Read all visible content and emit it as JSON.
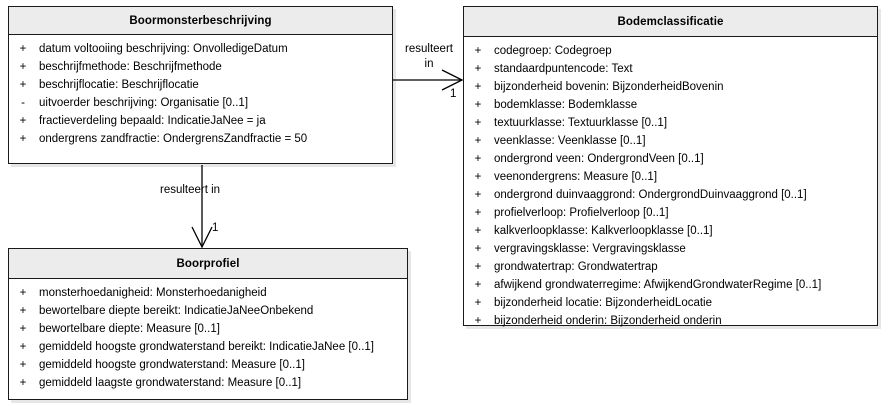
{
  "diagram": {
    "type": "uml-class-diagram",
    "classes": [
      {
        "id": "boormonsterbeschrijving",
        "name": "Boormonsterbeschrijving",
        "attributes": [
          {
            "visibility": "+",
            "text": "datum voltooiing beschrijving: OnvolledigeDatum"
          },
          {
            "visibility": "+",
            "text": "beschrijfmethode: Beschrijfmethode"
          },
          {
            "visibility": "+",
            "text": "beschrijflocatie: Beschrijflocatie"
          },
          {
            "visibility": "-",
            "text": "uitvoerder beschrijving: Organisatie [0..1]"
          },
          {
            "visibility": "+",
            "text": "fractieverdeling bepaald: IndicatieJaNee = ja"
          },
          {
            "visibility": "+",
            "text": "ondergrens zandfractie: OndergrensZandfractie = 50"
          }
        ]
      },
      {
        "id": "bodemclassificatie",
        "name": "Bodemclassificatie",
        "attributes": [
          {
            "visibility": "+",
            "text": "codegroep: Codegroep"
          },
          {
            "visibility": "+",
            "text": "standaardpuntencode: Text"
          },
          {
            "visibility": "+",
            "text": "bijzonderheid bovenin: BijzonderheidBovenin"
          },
          {
            "visibility": "+",
            "text": "bodemklasse: Bodemklasse"
          },
          {
            "visibility": "+",
            "text": "textuurklasse: Textuurklasse [0..1]"
          },
          {
            "visibility": "+",
            "text": "veenklasse: Veenklasse [0..1]"
          },
          {
            "visibility": "+",
            "text": "ondergrond veen: OndergrondVeen [0..1]"
          },
          {
            "visibility": "+",
            "text": "veenondergrens: Measure [0..1]"
          },
          {
            "visibility": "+",
            "text": "ondergrond duinvaaggrond: OndergrondDuinvaaggrond [0..1]"
          },
          {
            "visibility": "+",
            "text": "profielverloop: Profielverloop [0..1]"
          },
          {
            "visibility": "+",
            "text": "kalkverloopklasse: Kalkverloopklasse [0..1]"
          },
          {
            "visibility": "+",
            "text": "vergravingsklasse: Vergravingsklasse"
          },
          {
            "visibility": "+",
            "text": "grondwatertrap: Grondwatertrap"
          },
          {
            "visibility": "+",
            "text": "afwijkend grondwaterregime: AfwijkendGrondwaterRegime [0..1]"
          },
          {
            "visibility": "+",
            "text": "bijzonderheid locatie: BijzonderheidLocatie"
          },
          {
            "visibility": "+",
            "text": "bijzonderheid onderin: Bijzonderheid onderin"
          }
        ]
      },
      {
        "id": "boorprofiel",
        "name": "Boorprofiel",
        "attributes": [
          {
            "visibility": "+",
            "text": "monsterhoedanigheid: Monsterhoedanigheid"
          },
          {
            "visibility": "+",
            "text": "bewortelbare diepte bereikt: IndicatieJaNeeOnbekend"
          },
          {
            "visibility": "+",
            "text": "bewortelbare diepte: Measure [0..1]"
          },
          {
            "visibility": "+",
            "text": "gemiddeld hoogste grondwaterstand bereikt: IndicatieJaNee [0..1]"
          },
          {
            "visibility": "+",
            "text": "gemiddeld hoogste grondwaterstand: Measure [0..1]"
          },
          {
            "visibility": "+",
            "text": "gemiddeld laagste grondwaterstand: Measure [0..1]"
          }
        ]
      }
    ],
    "connectors": [
      {
        "id": "conn-horizontal",
        "from": "boormonsterbeschrijving",
        "to": "bodemclassificatie",
        "label_line1": "resulteert",
        "label_line2": "in",
        "target_multiplicity": "1",
        "arrow": "open"
      },
      {
        "id": "conn-vertical",
        "from": "boormonsterbeschrijving",
        "to": "boorprofiel",
        "label": "resulteert in",
        "target_multiplicity": "1",
        "arrow": "open"
      }
    ]
  },
  "colors": {
    "header_fill": "#ececec",
    "body_fill": "#ffffff",
    "border": "#1a1a1a",
    "shadow": "#e6e6e6",
    "line": "#000000"
  }
}
